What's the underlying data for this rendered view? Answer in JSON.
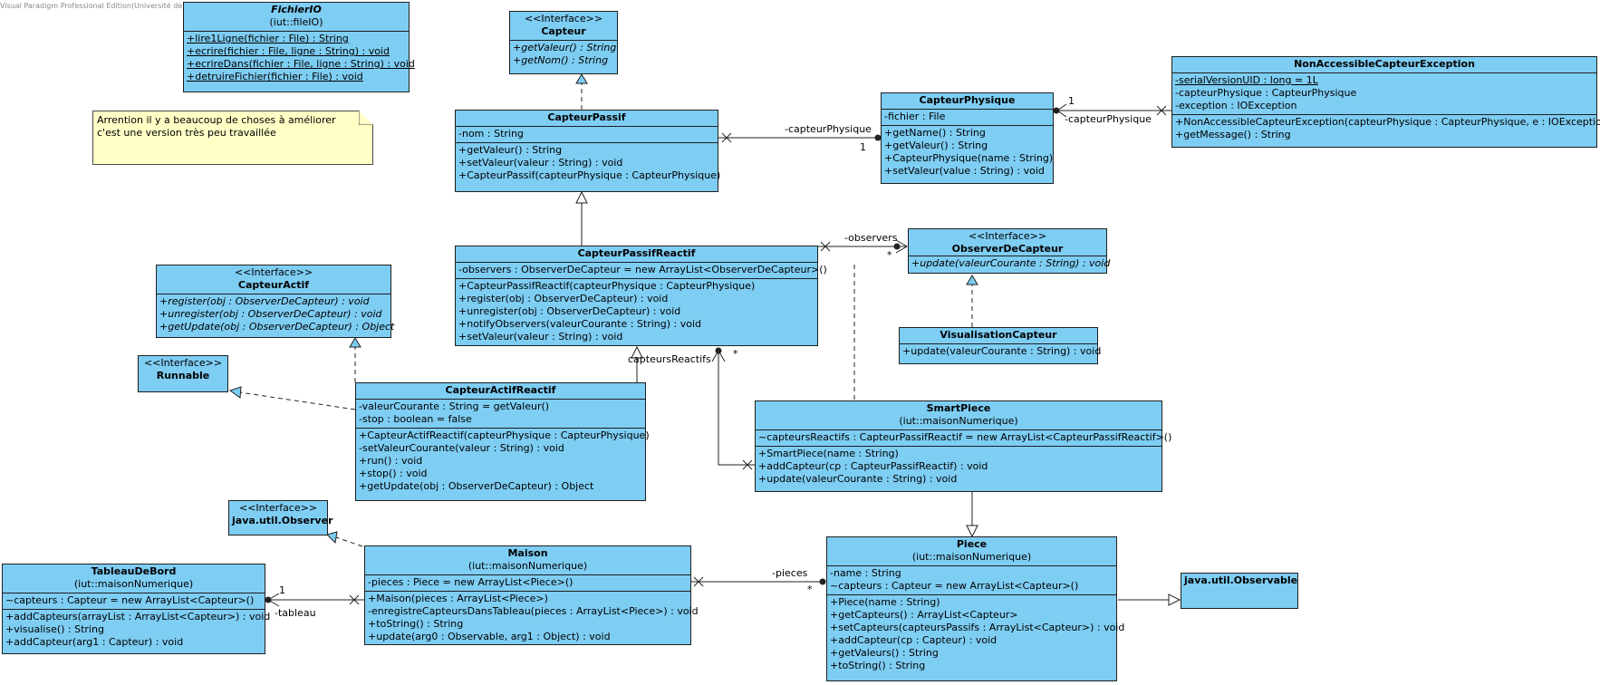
{
  "watermark": "Visual Paradigm Professional Edition(Université de Nice - Sophia Antipolis)",
  "colors": {
    "class_fill": "#7ecdf3",
    "note_fill": "#ffffc6",
    "border": "#1f1f1f"
  },
  "note": {
    "text": "Arrention il y a beaucoup de choses à améliorer c'est une version très peu travaillée"
  },
  "classes": {
    "fichierio": {
      "name": "FichierIO",
      "package": "(iut::fileIO)",
      "attributes": [],
      "operations": [
        "+lire1Ligne(fichier : File) : String",
        "+ecrire(fichier : File, ligne : String) : void",
        "+ecrireDans(fichier : File, ligne : String) : void",
        "+detruireFichier(fichier : File) : void"
      ]
    },
    "capteur": {
      "stereotype": "<<Interface>>",
      "name": "Capteur",
      "attributes": [],
      "operations": [
        "+getValeur() : String",
        "+getNom() : String"
      ]
    },
    "capteurpassif": {
      "name": "CapteurPassif",
      "attributes": [
        "-nom : String"
      ],
      "operations": [
        "+getValeur() : String",
        "+setValeur(valeur : String) : void",
        "+CapteurPassif(capteurPhysique : CapteurPhysique)"
      ]
    },
    "capteurphysique": {
      "name": "CapteurPhysique",
      "attributes": [
        "-fichier : File"
      ],
      "operations": [
        "+getName() : String",
        "+getValeur() : String",
        "+CapteurPhysique(name : String)",
        "+setValeur(value : String) : void"
      ]
    },
    "nonaccessible": {
      "name": "NonAccessibleCapteurException",
      "attributes": [
        "-serialVersionUID : long = 1L",
        "-capteurPhysique : CapteurPhysique",
        "-exception : IOException"
      ],
      "operations": [
        "+NonAccessibleCapteurException(capteurPhysique : CapteurPhysique, e : IOException)",
        "+getMessage() : String"
      ]
    },
    "capteurpassifreactif": {
      "name": "CapteurPassifReactif",
      "attributes": [
        "-observers : ObserverDeCapteur = new ArrayList<ObserverDeCapteur>()"
      ],
      "operations": [
        "+CapteurPassifReactif(capteurPhysique : CapteurPhysique)",
        "+register(obj : ObserverDeCapteur) : void",
        "+unregister(obj : ObserverDeCapteur) : void",
        "+notifyObservers(valeurCourante : String) : void",
        "+setValeur(valeur : String) : void"
      ]
    },
    "observerdecapteur": {
      "stereotype": "<<Interface>>",
      "name": "ObserverDeCapteur",
      "attributes": [],
      "operations": [
        "+update(valeurCourante : String) : void"
      ]
    },
    "visualisationcapteur": {
      "name": "VisualisationCapteur",
      "attributes": [],
      "operations": [
        "+update(valeurCourante : String) : void"
      ]
    },
    "capteuractif": {
      "stereotype": "<<Interface>>",
      "name": "CapteurActif",
      "attributes": [],
      "operations": [
        "+register(obj : ObserverDeCapteur) : void",
        "+unregister(obj : ObserverDeCapteur) : void",
        "+getUpdate(obj : ObserverDeCapteur) : Object"
      ]
    },
    "runnable": {
      "stereotype": "<<Interface>>",
      "name": "Runnable"
    },
    "capteuractifreactif": {
      "name": "CapteurActifReactif",
      "attributes": [
        "-valeurCourante : String = getValeur()",
        "-stop : boolean = false"
      ],
      "operations": [
        "+CapteurActifReactif(capteurPhysique : CapteurPhysique)",
        "-setValeurCourante(valeur : String) : void",
        "+run() : void",
        "+stop() : void",
        "+getUpdate(obj : ObserverDeCapteur) : Object"
      ]
    },
    "smartpiece": {
      "name": "SmartPiece",
      "package": "(iut::maisonNumerique)",
      "attributes": [
        "~capteursReactifs : CapteurPassifReactif = new ArrayList<CapteurPassifReactif>()"
      ],
      "operations": [
        "+SmartPiece(name : String)",
        "+addCapteur(cp : CapteurPassifReactif) : void",
        "+update(valeurCourante : String) : void"
      ]
    },
    "javaobserver": {
      "stereotype": "<<Interface>>",
      "name": "java.util.Observer"
    },
    "tableaudebord": {
      "name": "TableauDeBord",
      "package": "(iut::maisonNumerique)",
      "attributes": [
        "~capteurs : Capteur = new ArrayList<Capteur>()"
      ],
      "operations": [
        "+addCapteurs(arrayList : ArrayList<Capteur>) : void",
        "+visualise() : String",
        "+addCapteur(arg1 : Capteur) : void"
      ]
    },
    "maison": {
      "name": "Maison",
      "package": "(iut::maisonNumerique)",
      "attributes": [
        "-pieces : Piece = new ArrayList<Piece>()"
      ],
      "operations": [
        "+Maison(pieces : ArrayList<Piece>)",
        "-enregistreCapteursDansTableau(pieces : ArrayList<Piece>) : void",
        "+toString() : String",
        "+update(arg0 : Observable, arg1 : Object) : void"
      ]
    },
    "piece": {
      "name": "Piece",
      "package": "(iut::maisonNumerique)",
      "attributes": [
        "-name : String",
        "~capteurs : Capteur = new ArrayList<Capteur>()"
      ],
      "operations": [
        "+Piece(name : String)",
        "+getCapteurs() : ArrayList<Capteur>",
        "+setCapteurs(capteursPassifs : ArrayList<Capteur>) : void",
        "+addCapteur(cp : Capteur) : void",
        "+getValeurs() : String",
        "+toString() : String"
      ]
    },
    "javaobservable": {
      "name": "java.util.Observable"
    }
  },
  "labels": {
    "capteurphysique_role": "-capteurPhysique",
    "capteurphysique_mult": "1",
    "exception_role": "-capteurPhysique",
    "exception_mult": "1",
    "observers_role": "-observers",
    "observers_mult": "*",
    "capteursreactifs_role": "capteursReactifs",
    "capteursreactifs_mult": "*",
    "pieces_role": "-pieces",
    "pieces_mult": "*",
    "tableau_role": "-tableau",
    "tableau_mult": "1"
  }
}
